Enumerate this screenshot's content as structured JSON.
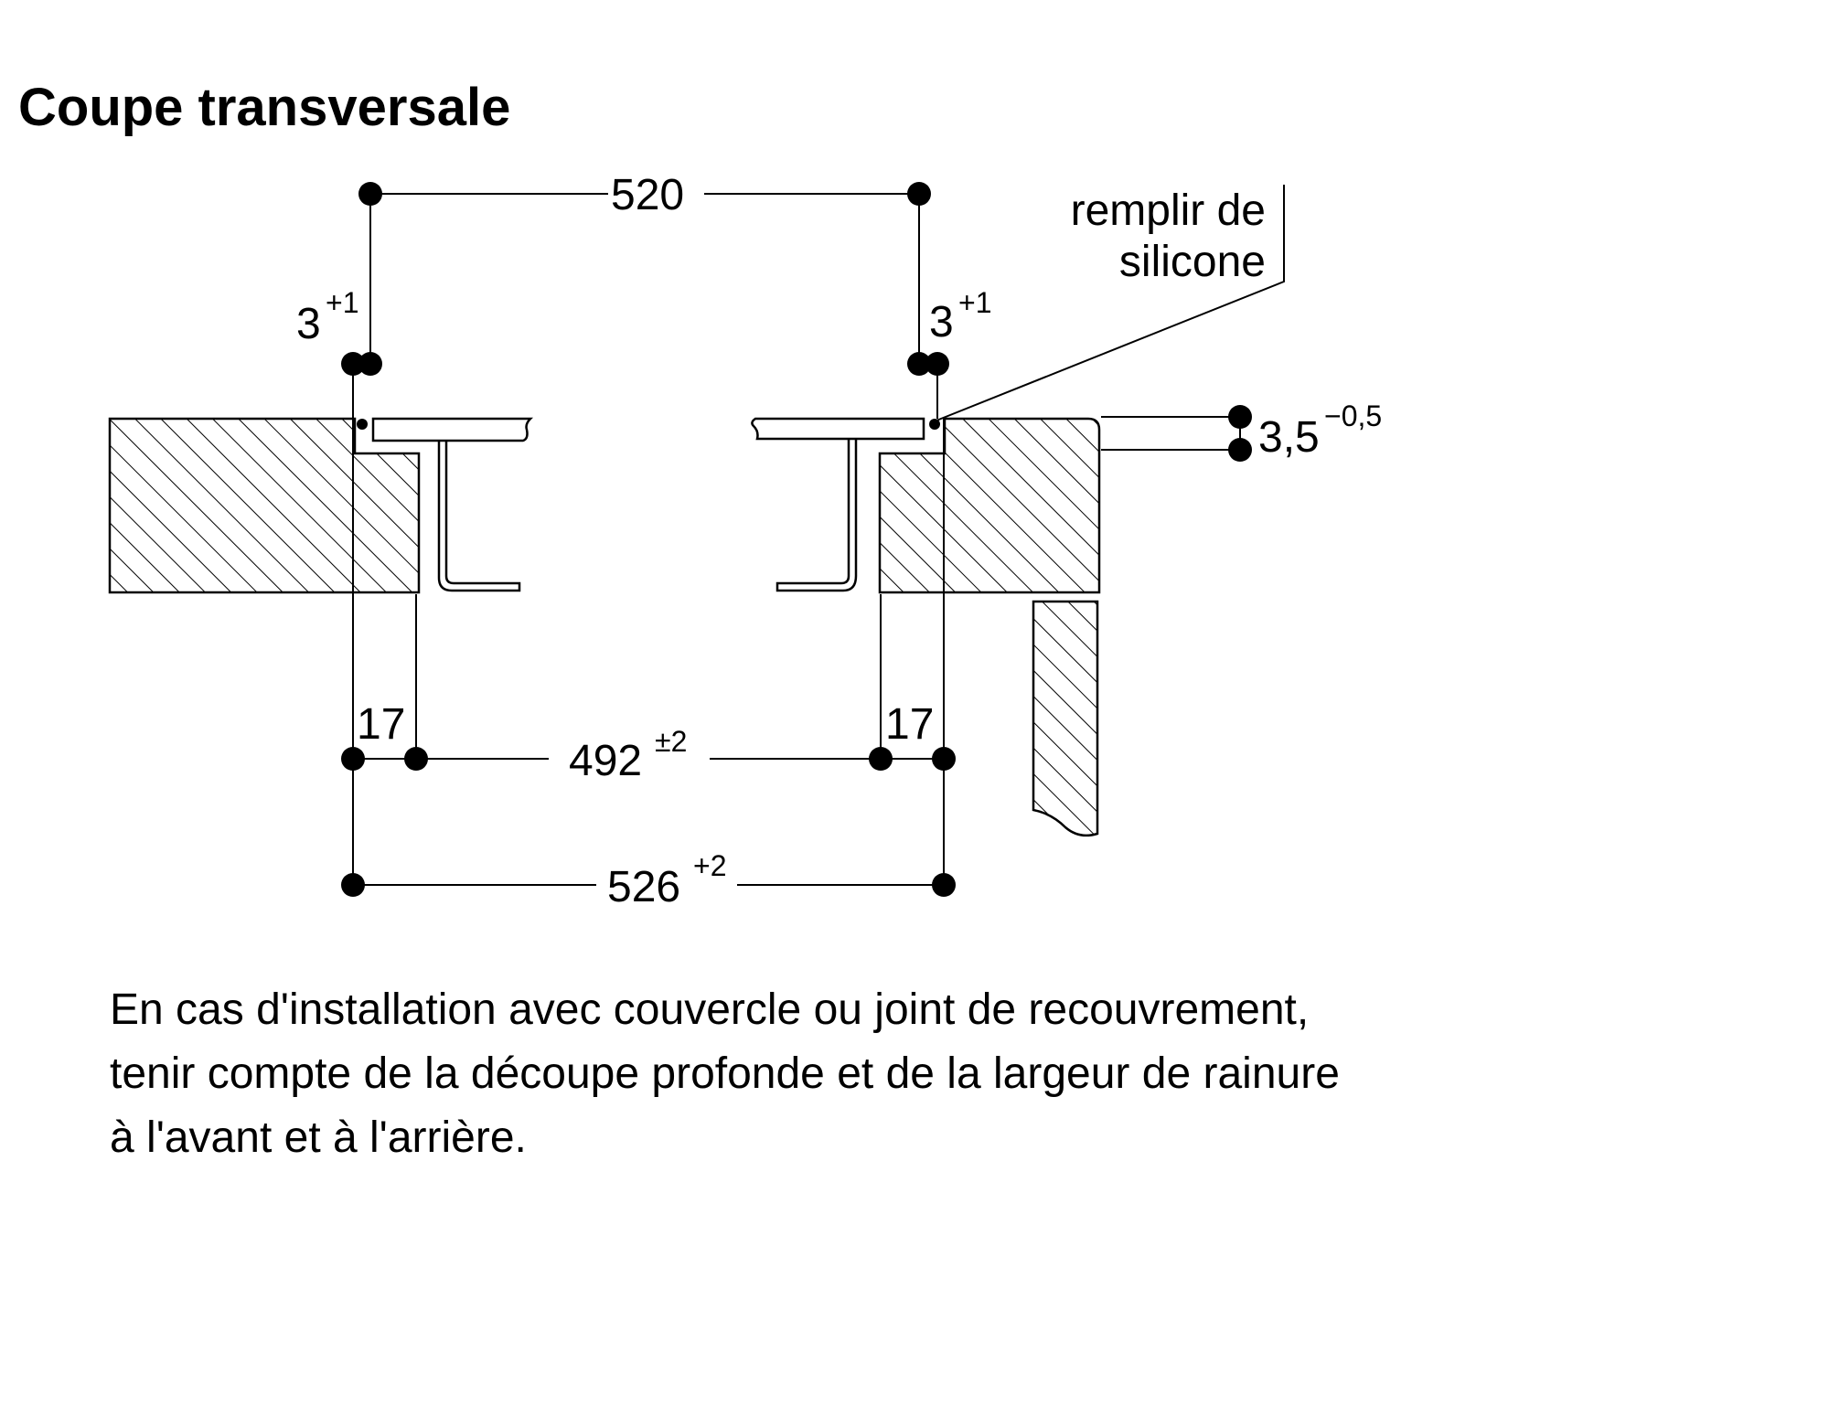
{
  "title": "Coupe transversale",
  "dimensions": {
    "top_width": "520",
    "left_gap_value": "3",
    "left_gap_tolerance": "+1",
    "right_gap_value": "3",
    "right_gap_tolerance": "+1",
    "depth_value": "3,5",
    "depth_tolerance": "−0,5",
    "left_offset": "17",
    "right_offset": "17",
    "inner_width_value": "492",
    "inner_width_tolerance": "±2",
    "outer_width_value": "526",
    "outer_width_tolerance": "+2"
  },
  "annotation": {
    "line1": "remplir de",
    "line2": "silicone"
  },
  "caption": {
    "line1": "En cas d'installation avec couvercle ou joint de recouvrement,",
    "line2": "tenir compte de la découpe profonde et de la largeur de rainure",
    "line3": "à l'avant et à l'arrière."
  }
}
